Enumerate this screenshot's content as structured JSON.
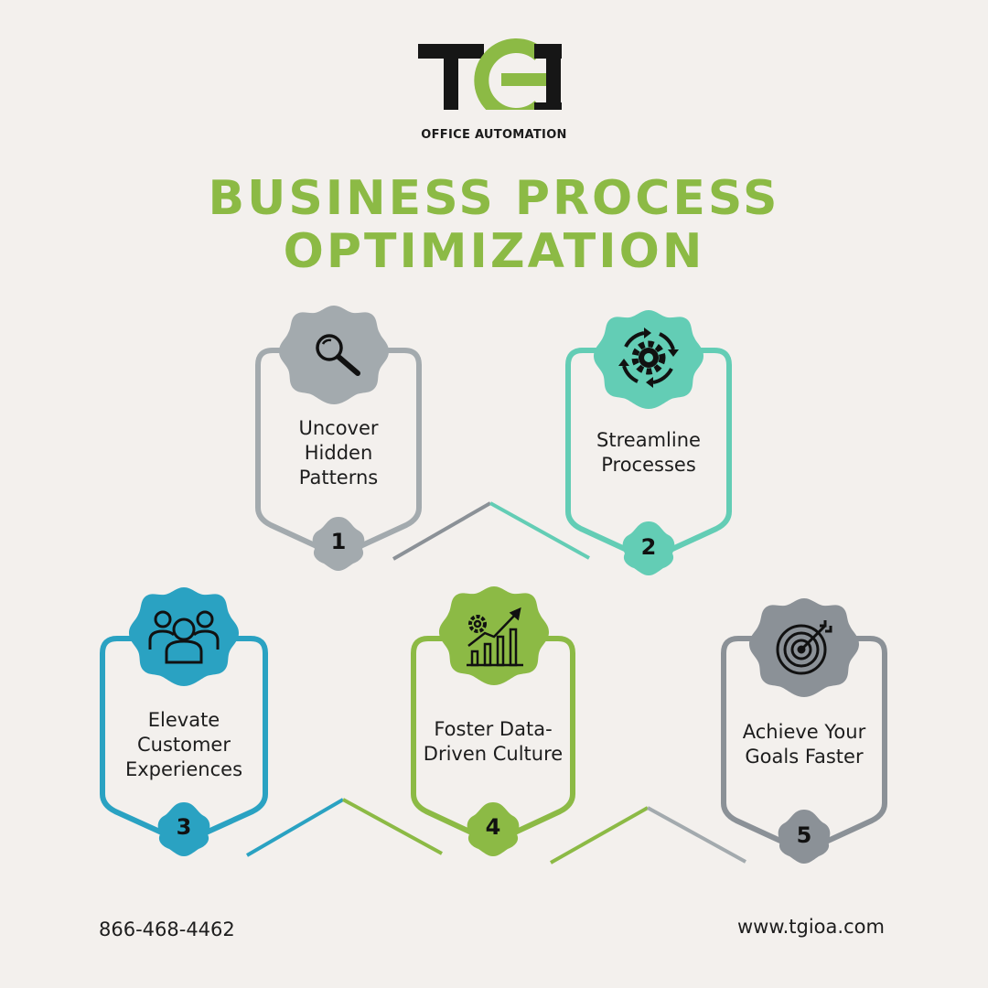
{
  "brand": {
    "logo_text": "TGI",
    "subtitle": "OFFICE AUTOMATION",
    "colors": {
      "green": "#8cba45",
      "black": "#161616"
    }
  },
  "title": {
    "line1": "BUSINESS PROCESS",
    "line2": "OPTIMIZATION"
  },
  "steps": [
    {
      "number": "1",
      "label_lines": [
        "Uncover",
        "Hidden",
        "Patterns"
      ],
      "icon": "magnifier-icon",
      "color": "#a3aaae"
    },
    {
      "number": "2",
      "label_lines": [
        "Streamline",
        "Processes"
      ],
      "icon": "gear-cycle-icon",
      "color": "#63cdb5"
    },
    {
      "number": "3",
      "label_lines": [
        "Elevate",
        "Customer",
        "Experiences"
      ],
      "icon": "people-group-icon",
      "color": "#2aa2c2"
    },
    {
      "number": "4",
      "label_lines": [
        "Foster Data-",
        "Driven Culture"
      ],
      "icon": "growth-chart-icon",
      "color": "#8cba45"
    },
    {
      "number": "5",
      "label_lines": [
        "Achieve Your",
        "Goals Faster"
      ],
      "icon": "target-icon",
      "color": "#8b9197"
    }
  ],
  "footer": {
    "phone": "866-468-4462",
    "website": "www.tgioa.com"
  }
}
